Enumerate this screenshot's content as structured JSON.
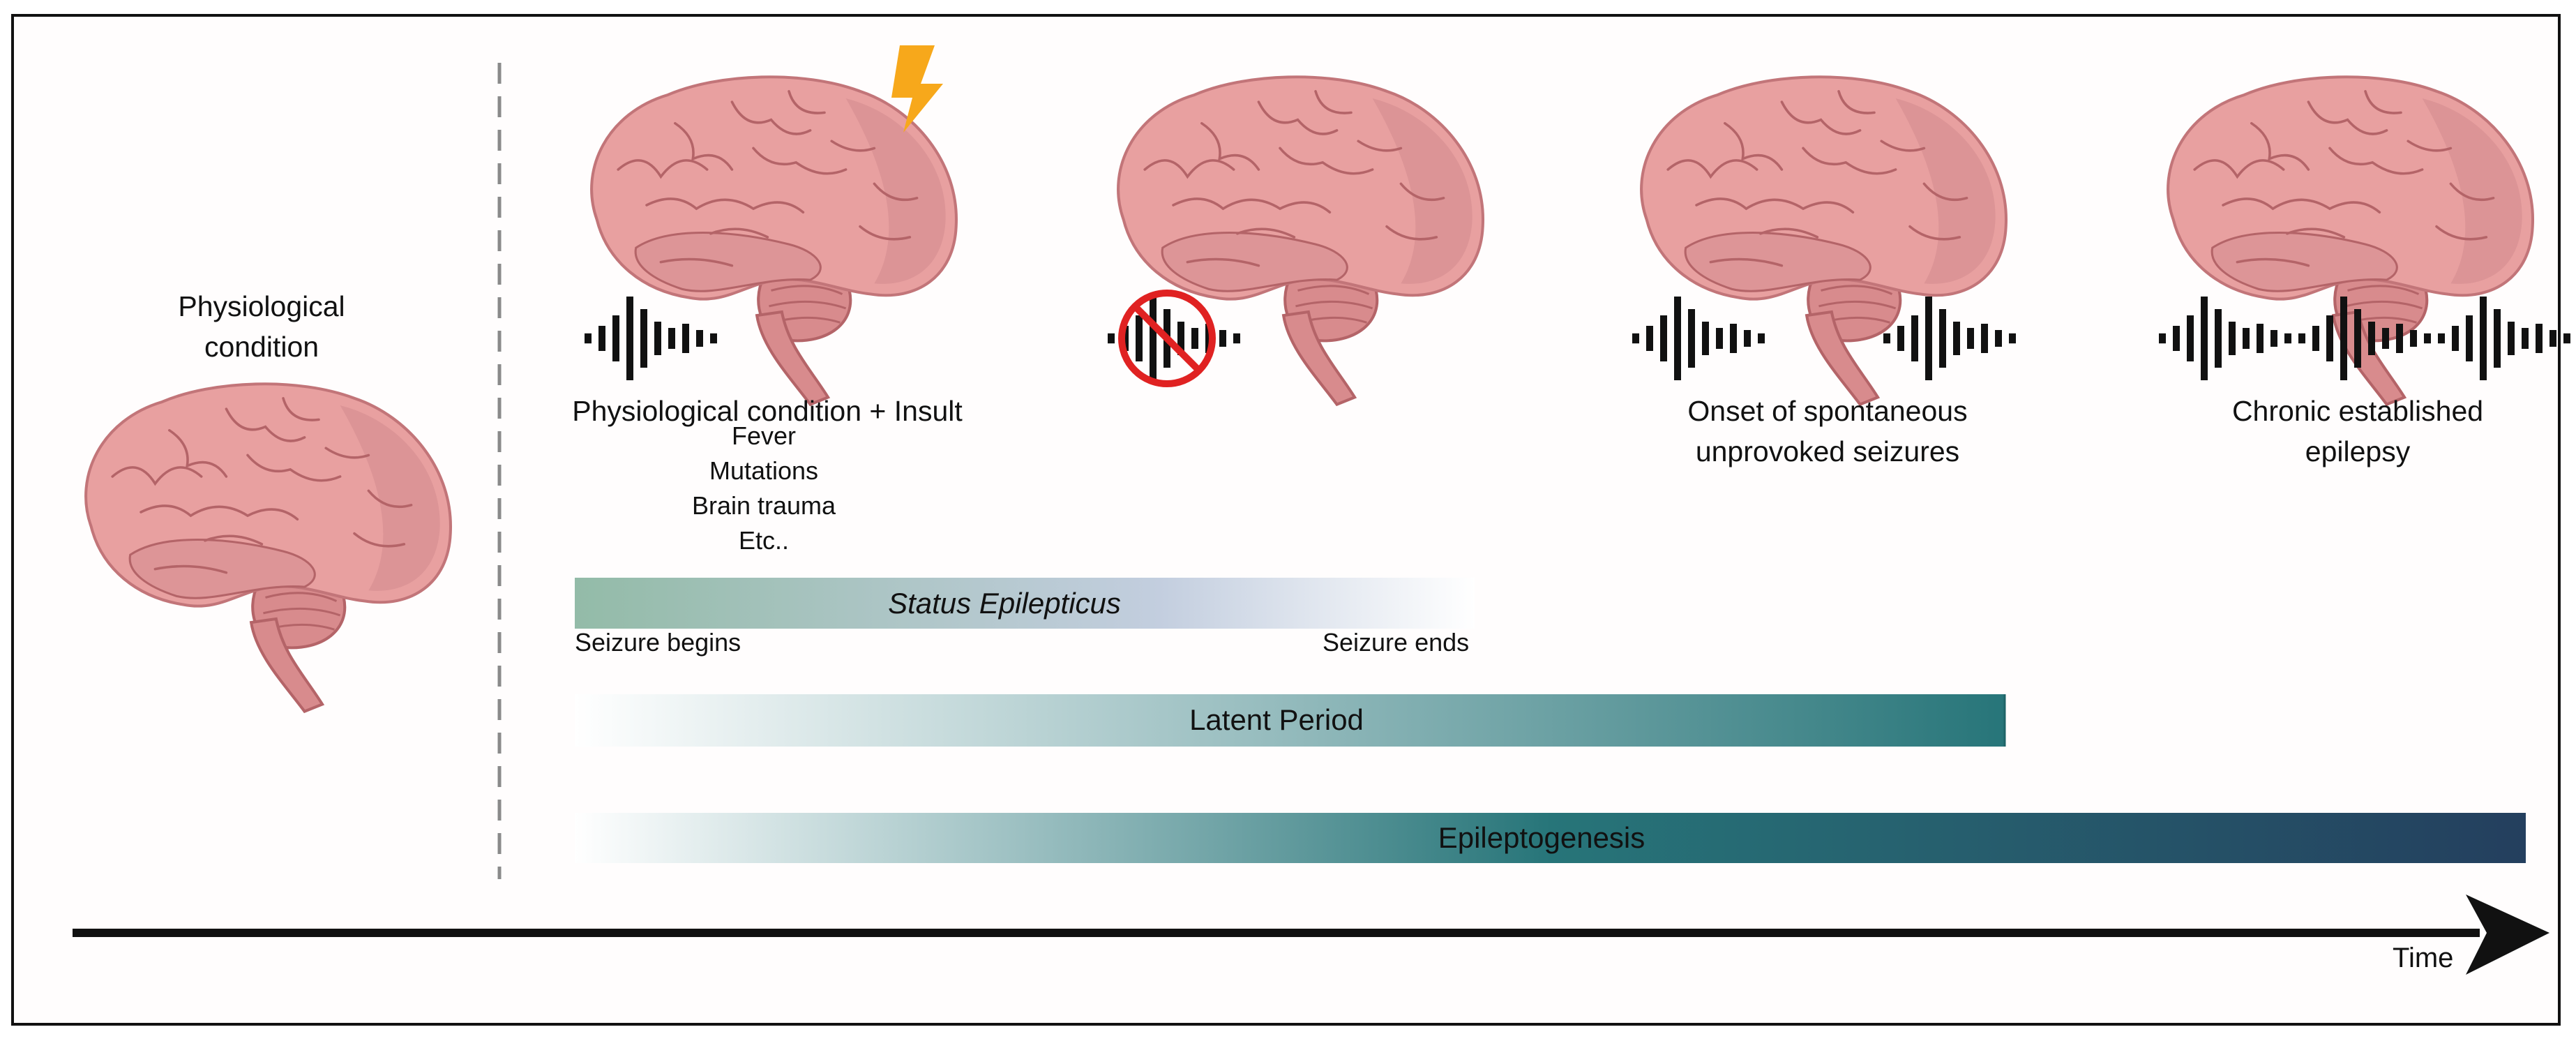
{
  "colors": {
    "brain_main": "#e8a0a0",
    "brain_shade": "#d88b8d",
    "brain_line": "#b46468",
    "bolt": "#f7a81b",
    "no_sign": "#e02222",
    "se_bar_start": "#93bba8",
    "se_bar_end": "#ffffff",
    "latent_start": "#ffffff",
    "latent_end": "#277579",
    "epilepto_start": "#ffffff",
    "epilepto_mid": "#277579",
    "epilepto_end": "#243f5e"
  },
  "stages": {
    "physiological": {
      "line1": "Physiological",
      "line2": "condition"
    },
    "insult": {
      "title": "Physiological condition + Insult",
      "causes": [
        "Fever",
        "Mutations",
        "Brain trauma",
        "Etc.."
      ]
    },
    "onset": {
      "line1": "Onset of spontaneous",
      "line2": "unprovoked seizures"
    },
    "chronic": {
      "line1": "Chronic established",
      "line2": "epilepsy"
    }
  },
  "bars": {
    "status_epilepticus": {
      "label": "Status Epilepticus",
      "start_label": "Seizure begins",
      "end_label": "Seizure ends"
    },
    "latent_period": {
      "label": "Latent Period"
    },
    "epileptogenesis": {
      "label": "Epileptogenesis"
    }
  },
  "axis": {
    "label": "Time"
  }
}
